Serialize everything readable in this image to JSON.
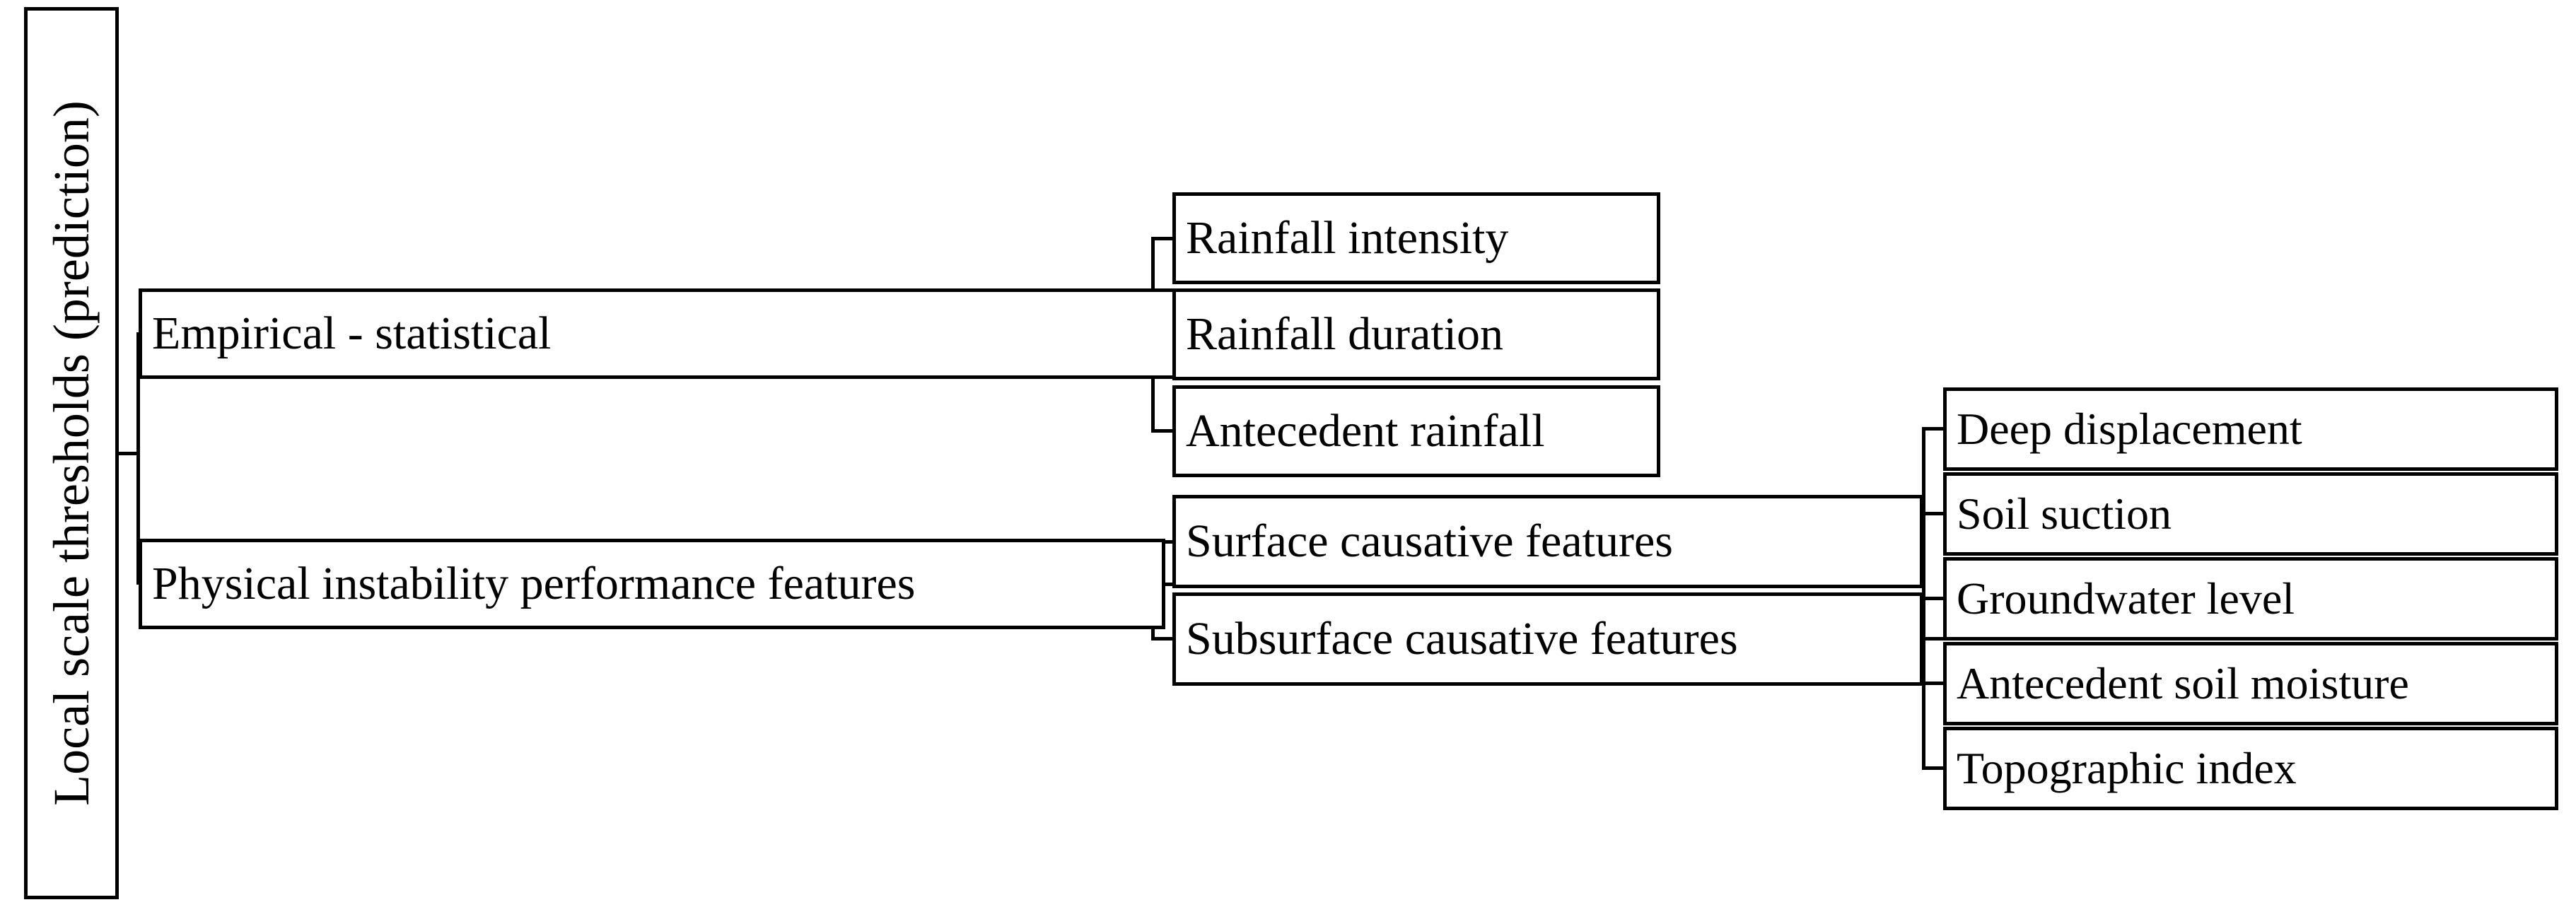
{
  "diagram": {
    "title_text": "Local scale thresholds (prediction)",
    "type": "tree",
    "orientation": "left-to-right",
    "style": {
      "box_fill": "#ffffff",
      "box_border": "#000000",
      "connector_color": "#000000",
      "text_color": "#000000"
    }
  },
  "root": {
    "label": "Local scale thresholds (prediction)",
    "orientation": "vertical-bottom-to-top"
  },
  "level2": {
    "empirical": {
      "label": "Empirical - statistical"
    },
    "physical": {
      "label": "Physical instability performance features"
    }
  },
  "level3": {
    "rainfall": [
      {
        "label": "Rainfall intensity"
      },
      {
        "label": "Rainfall duration"
      },
      {
        "label": "Antecedent rainfall"
      }
    ],
    "causative": [
      {
        "label": "Surface causative features"
      },
      {
        "label": "Subsurface causative features"
      }
    ]
  },
  "level4": {
    "subsurface_details": [
      {
        "label": "Deep displacement"
      },
      {
        "label": "Soil suction"
      },
      {
        "label": "Groundwater level"
      },
      {
        "label": "Antecedent soil moisture"
      },
      {
        "label": "Topographic index"
      }
    ]
  }
}
